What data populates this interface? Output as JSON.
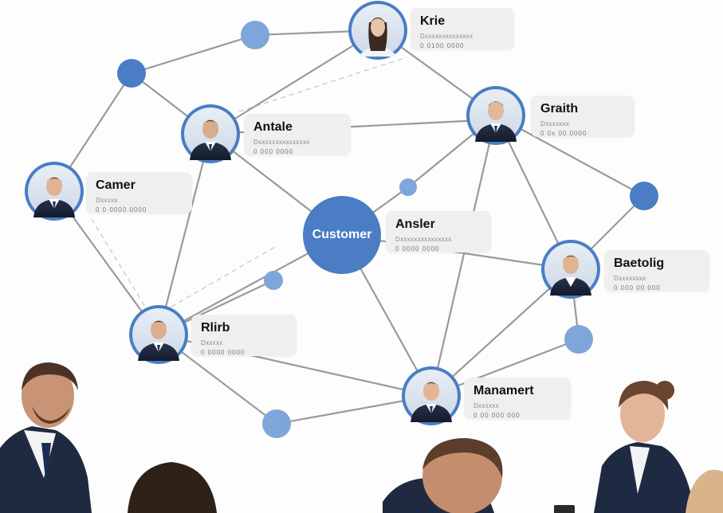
{
  "hub": {
    "label": "Customer"
  },
  "people": [
    {
      "name": "Krie",
      "sub1": "Dxxxxxxxxxxxxxx",
      "sub2": "0 0100 0000"
    },
    {
      "name": "Graith",
      "sub1": "Dxxxxxxx",
      "sub2": "0 0x 00 0000"
    },
    {
      "name": "Antale",
      "sub1": "Dxxxxxxxxxxxxxxx",
      "sub2": "0 000 0000"
    },
    {
      "name": "Camer",
      "sub1": "Dxxxxx",
      "sub2": "0 0 0000 0000"
    },
    {
      "name": "Ansler",
      "sub1": "Dxxxxxxxxxxxxxxx",
      "sub2": "0 0000 0000"
    },
    {
      "name": "Baetolig",
      "sub1": "Dxxxxxxxx",
      "sub2": "0 000 00 000"
    },
    {
      "name": "Rlirb",
      "sub1": "Dxxxxx",
      "sub2": "0 0000 0000"
    },
    {
      "name": "Manamert",
      "sub1": "Dxxxxxx",
      "sub2": "0 00 000 000"
    }
  ],
  "colors": {
    "accent": "#4a7dc4",
    "node_light": "#7ea6da",
    "edge": "#9a9a9a",
    "card_bg": "#efefef"
  }
}
